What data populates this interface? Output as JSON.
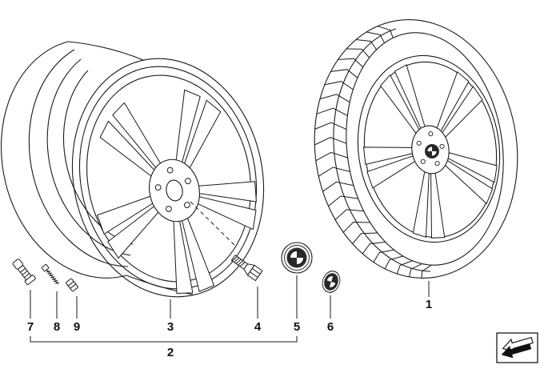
{
  "page": {
    "background": "#ffffff"
  },
  "colors": {
    "line": "#1a1a1a",
    "roundel_dark": "#2b2b2b",
    "roundel_light": "#ffffff"
  },
  "labels": [
    {
      "text": "1"
    },
    {
      "text": "2"
    },
    {
      "text": "3"
    },
    {
      "text": "4"
    },
    {
      "text": "5"
    },
    {
      "text": "6"
    },
    {
      "text": "7"
    },
    {
      "text": "8"
    },
    {
      "text": "9"
    }
  ],
  "icons": {
    "nav_arrow": "diagonal-back-arrow",
    "brand_roundel": "bmw-roundel"
  }
}
